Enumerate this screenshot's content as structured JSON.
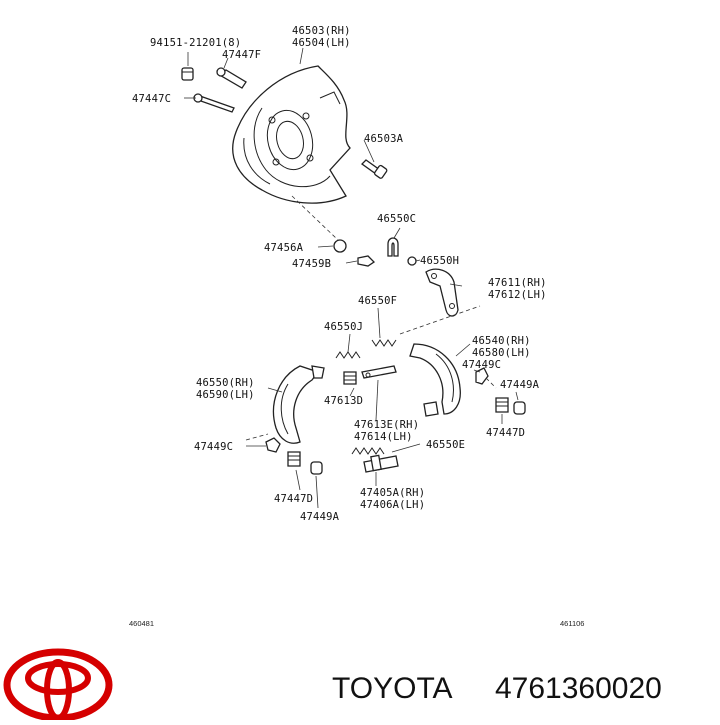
{
  "labels": {
    "l1": "94151-21201(8)",
    "l2": "46503(RH)",
    "l3": "46504(LH)",
    "l4": "47447F",
    "l5": "47447C",
    "l6": "46503A",
    "l7": "46550C",
    "l8": "47456A",
    "l9": "46550H",
    "l10": "47459B",
    "l11": "47611(RH)",
    "l12": "47612(LH)",
    "l13": "46550F",
    "l14": "46550J",
    "l15": "46540(RH)",
    "l16": "46580(LH)",
    "l17": "46550(RH)",
    "l18": "46590(LH)",
    "l19": "47449C",
    "l20": "47613D",
    "l21": "47449A",
    "l22": "47613E(RH)",
    "l23": "47614(LH)",
    "l24": "47447D",
    "l25": "47449C",
    "l26": "46550E",
    "l27": "47447D",
    "l28": "47405A(RH)",
    "l29": "47406A(LH)",
    "l30": "47449A"
  },
  "codes": {
    "left": "460481",
    "right": "461106"
  },
  "footer": {
    "brand": "TOYOTA",
    "part_number": "4761360020"
  },
  "logo": {
    "name": "toyota-logo",
    "color": "#d50000"
  }
}
